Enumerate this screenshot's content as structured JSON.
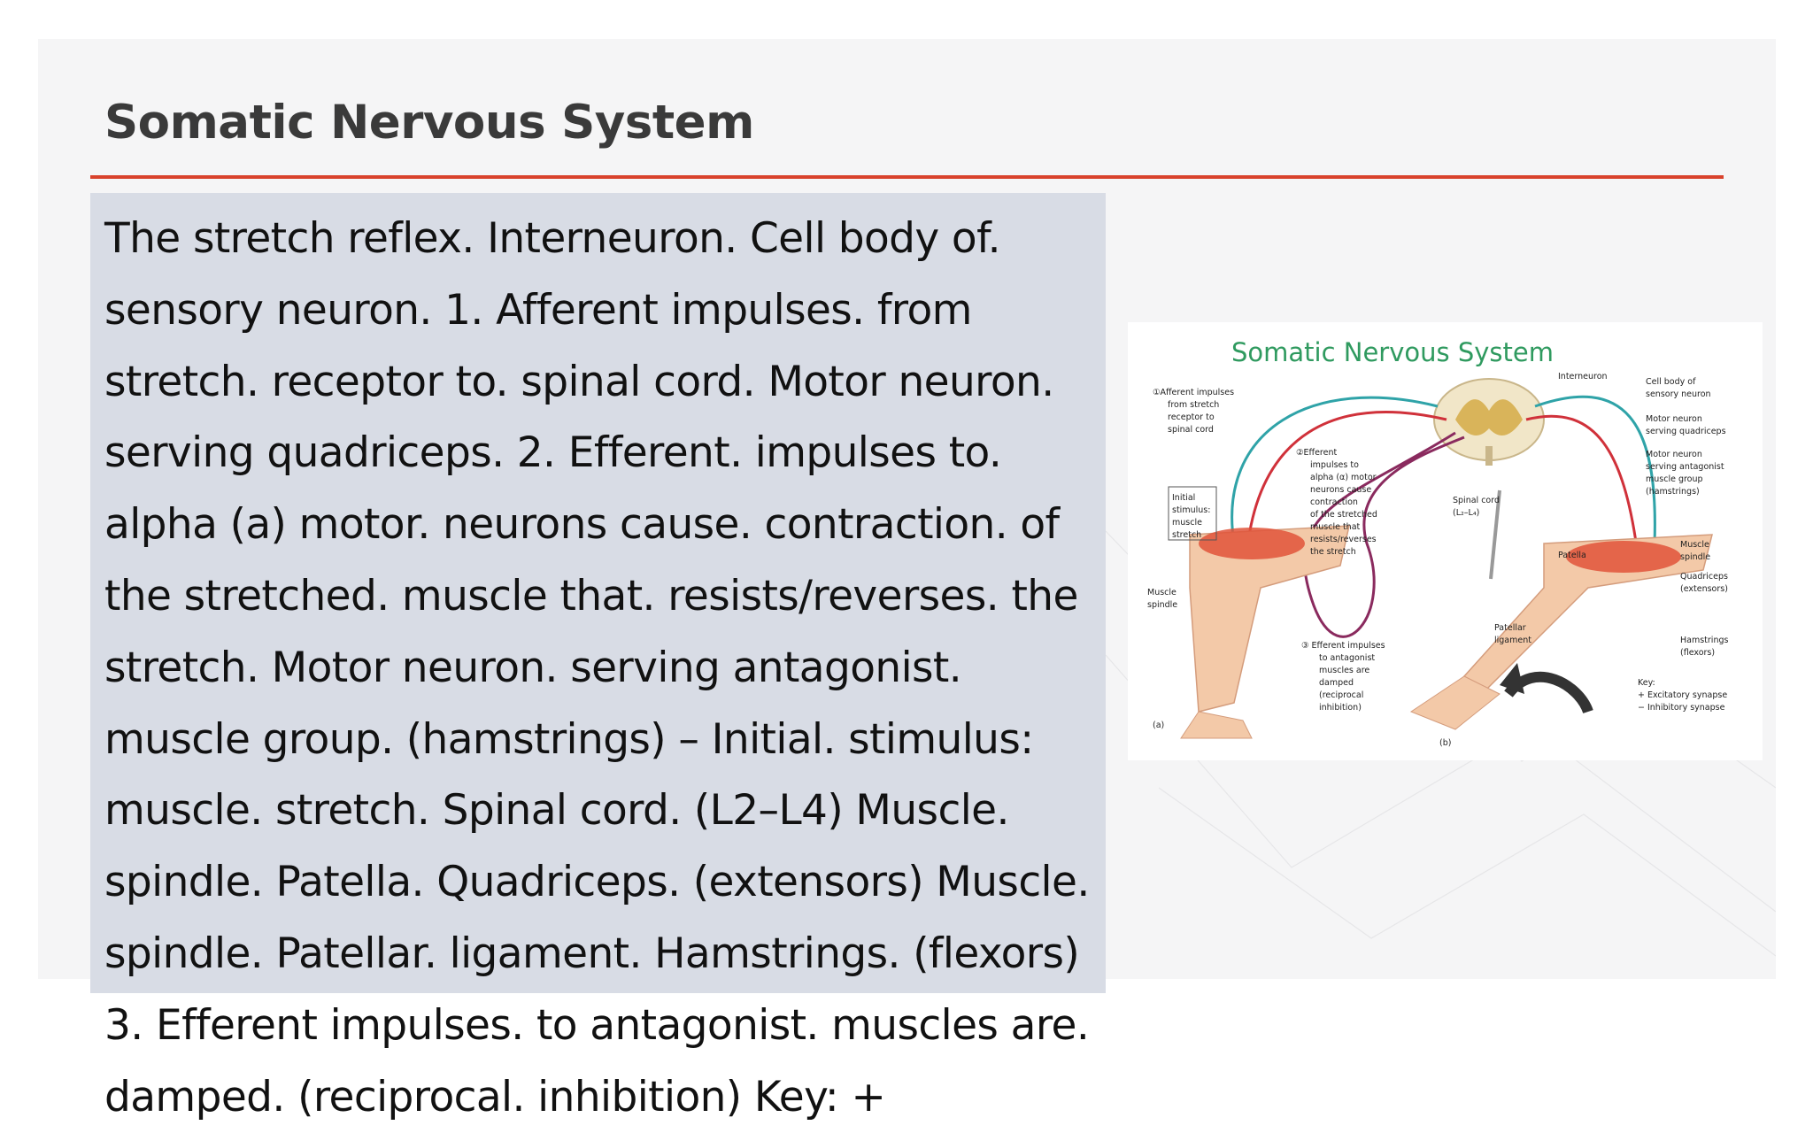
{
  "slide": {
    "title": "Somatic Nervous System",
    "accent_color": "#d9422c",
    "body_text": "The stretch reflex. Interneuron. Cell body of. sensory neuron. 1. Afferent impulses. from stretch. receptor to. spinal cord. Motor neuron. serving quadriceps. 2. Efferent. impulses to. alpha (a) motor. neurons cause. contraction. of the stretched. muscle that. resists/reverses. the stretch. Motor neuron. serving antagonist. muscle group. (hamstrings) – Initial. stimulus: muscle. stretch. Spinal cord. (L2–L4) Muscle. spindle. Patella. Quadriceps. (extensors) Muscle. spindle. Patellar. ligament. Hamstrings. (flexors) 3. Efferent impulses. to antagonist. muscles are. damped. (reciprocal. inhibition) Key: +"
  },
  "figure": {
    "title": "Somatic Nervous System",
    "title_color": "#2f9a5f",
    "labels": {
      "afferent": [
        "①Afferent impulses",
        "from stretch",
        "receptor to",
        "spinal cord"
      ],
      "initial": [
        "Initial",
        "stimulus:",
        "muscle",
        "stretch"
      ],
      "muscle_spindle_left": [
        "Muscle",
        "spindle"
      ],
      "efferent": [
        "②Efferent",
        "impulses to",
        "alpha (α) motor",
        "neurons cause",
        "contraction",
        "of the stretched",
        "muscle that",
        "resists/reverses",
        "the stretch"
      ],
      "spinal_cord": [
        "Spinal cord",
        "(L₂–L₄)"
      ],
      "interneuron": "Interneuron",
      "cell_body": [
        "Cell body of",
        "sensory neuron"
      ],
      "motor_quad": [
        "Motor neuron",
        "serving quadriceps"
      ],
      "motor_antagonist": [
        "Motor neuron",
        "serving antagonist",
        "muscle group",
        "(hamstrings)"
      ],
      "muscle_spindle_right": [
        "Muscle",
        "spindle"
      ],
      "quadriceps": [
        "Quadriceps",
        "(extensors)"
      ],
      "patella": "Patella",
      "patellar_ligament": [
        "Patellar",
        "ligament"
      ],
      "hamstrings": [
        "Hamstrings",
        "(flexors)"
      ],
      "efferent_antagonist": [
        "③ Efferent impulses",
        "to antagonist",
        "muscles are",
        "damped",
        "(reciprocal",
        "inhibition)"
      ],
      "key": [
        "Key:",
        "+ Excitatory synapse",
        "− Inhibitory synapse"
      ],
      "panel_a": "(a)",
      "panel_b": "(b)"
    }
  }
}
